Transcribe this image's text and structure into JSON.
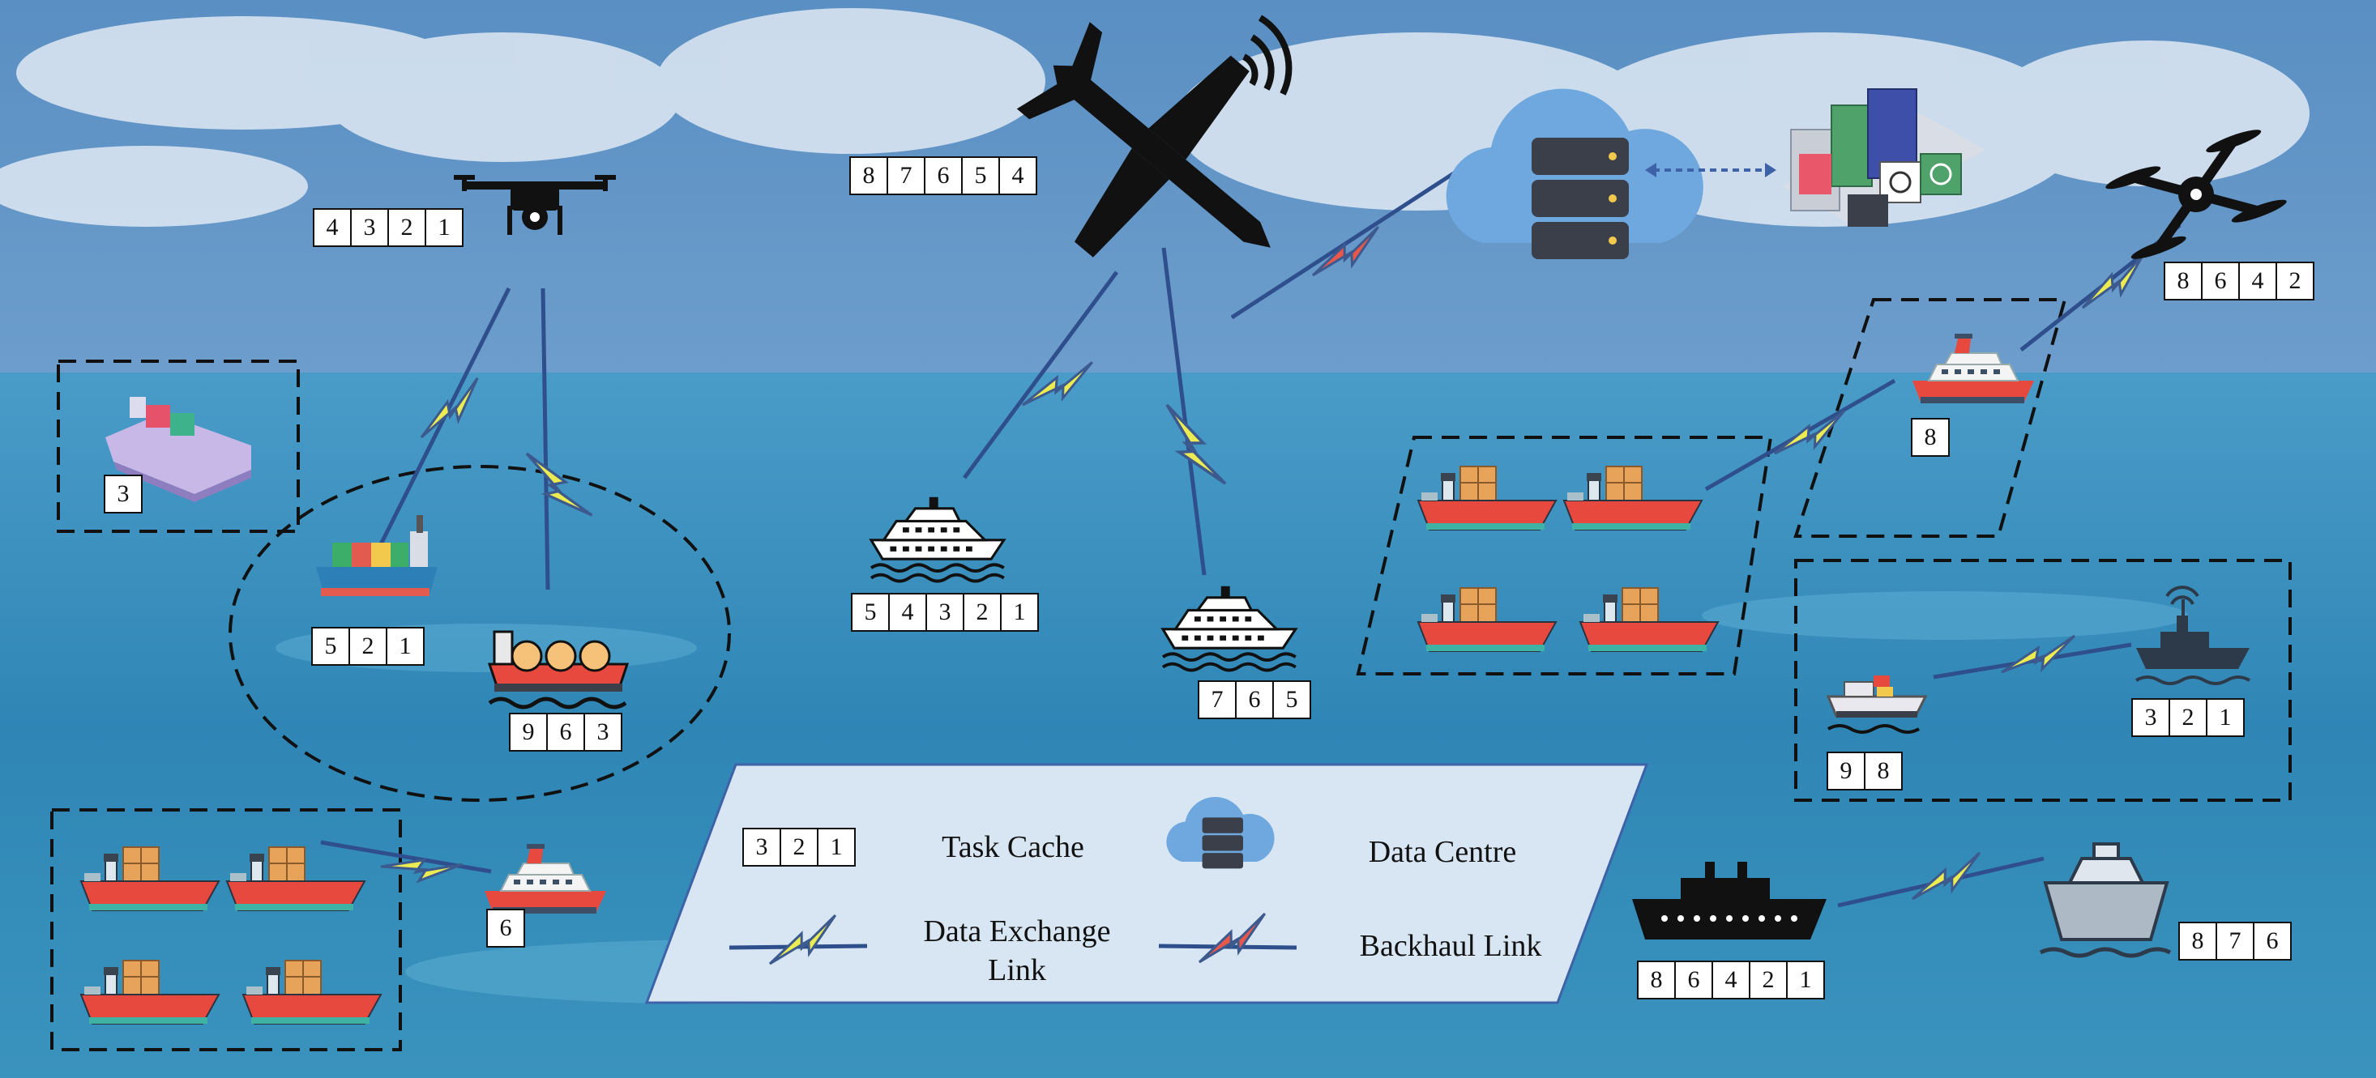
{
  "colors": {
    "sky_top": "#5f96c8",
    "sea": "#2f86b5",
    "legend_fill": "#d7e6f2",
    "legend_stroke": "#3d62a8",
    "exchange_link": "#e8e84a",
    "backhaul_link": "#e2574c",
    "link_body": "#2f4f8c",
    "ship_red": "#e8493e",
    "cargo": "#e5a356"
  },
  "caches": [
    {
      "id": "drone-left",
      "values": [
        "4",
        "3",
        "2",
        "1"
      ]
    },
    {
      "id": "aircraft",
      "values": [
        "8",
        "7",
        "6",
        "5",
        "4"
      ]
    },
    {
      "id": "drone-right",
      "values": [
        "8",
        "6",
        "4",
        "2"
      ]
    },
    {
      "id": "boxed-ship-left",
      "values": [
        "3"
      ]
    },
    {
      "id": "container-ship",
      "values": [
        "5",
        "2",
        "1"
      ]
    },
    {
      "id": "lng-ship",
      "values": [
        "9",
        "6",
        "3"
      ]
    },
    {
      "id": "cruise-ship-center",
      "values": [
        "5",
        "4",
        "3",
        "2",
        "1"
      ]
    },
    {
      "id": "cruise-ship-small",
      "values": [
        "7",
        "6",
        "5"
      ]
    },
    {
      "id": "cruise-ship-right",
      "values": [
        "8"
      ]
    },
    {
      "id": "tug-ship",
      "values": [
        "9",
        "8"
      ]
    },
    {
      "id": "warship",
      "values": [
        "3",
        "2",
        "1"
      ]
    },
    {
      "id": "ferry-bottom",
      "values": [
        "6"
      ]
    },
    {
      "id": "black-ship",
      "values": [
        "8",
        "6",
        "4",
        "2",
        "1"
      ]
    },
    {
      "id": "grey-ship",
      "values": [
        "8",
        "7",
        "6"
      ]
    },
    {
      "id": "legend-sample",
      "values": [
        "3",
        "2",
        "1"
      ]
    }
  ],
  "legend": {
    "task_cache": "Task Cache",
    "data_centre": "Data Centre",
    "data_exchange_line1": "Data Exchange",
    "data_exchange_line2": "Link",
    "backhaul": "Backhaul Link"
  },
  "icons": [
    "quadcopter-drone-icon",
    "airplane-icon",
    "cloud-server-icon",
    "data-center-racks-icon",
    "cargo-ship-icon",
    "container-ship-icon",
    "lng-tanker-icon",
    "cruise-ship-icon",
    "tugboat-icon",
    "warship-icon",
    "ferry-icon"
  ]
}
